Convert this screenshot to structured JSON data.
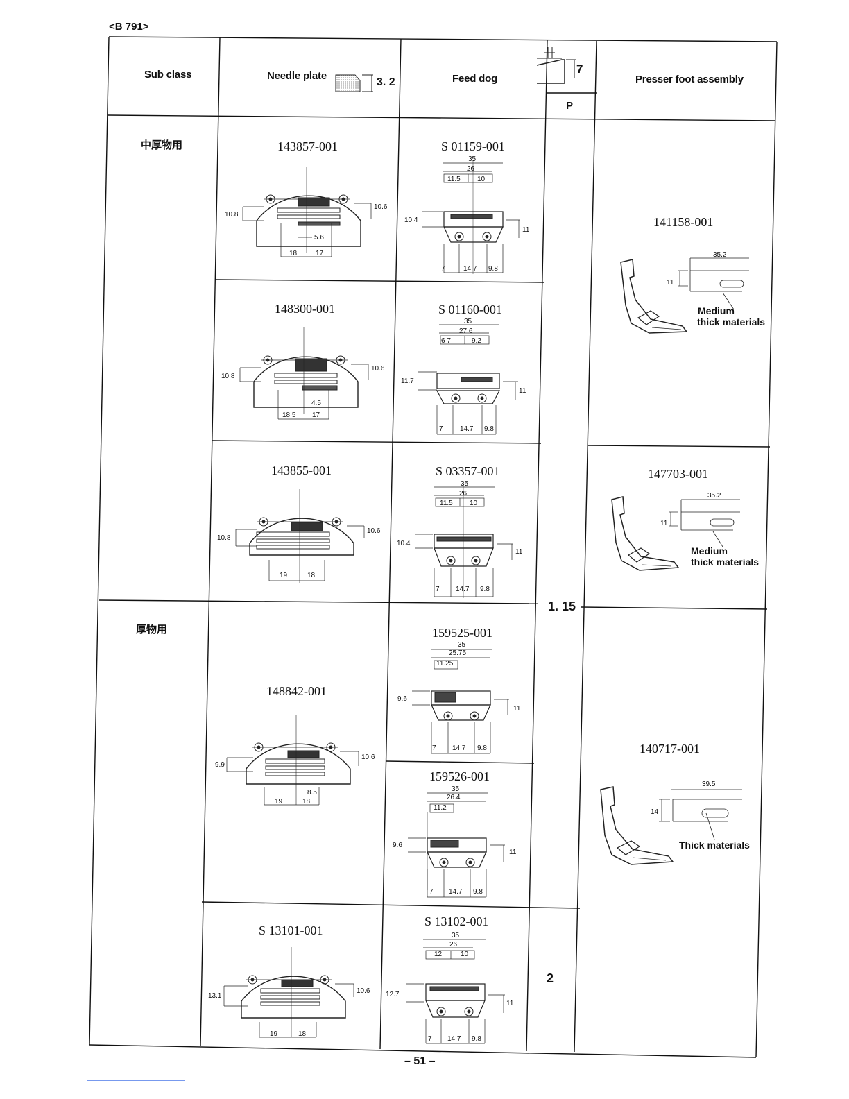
{
  "page_ref": "<B 791>",
  "headers": {
    "sub_class": "Sub class",
    "needle_plate": "Needle plate",
    "needle_plate_dim": "3. 2",
    "feed_dog": "Feed dog",
    "feed_dog_dim": "7",
    "feed_dog_sub": "P",
    "presser_foot": "Presser foot assembly"
  },
  "sub_classes": [
    "中厚物用",
    "厚物用"
  ],
  "needle_plates": [
    {
      "part": "143857-001",
      "h_left": "10.8",
      "h_right": "10.6",
      "off": "5.6",
      "w1": "18",
      "w2": "17"
    },
    {
      "part": "148300-001",
      "h_left": "10.8",
      "h_right": "10.6",
      "off": "4.5",
      "w1": "18.5",
      "w2": "17"
    },
    {
      "part": "143855-001",
      "h_left": "10.8",
      "h_right": "10.6",
      "off": "",
      "w1": "19",
      "w2": "18"
    },
    {
      "part": "148842-001",
      "h_left": "9.9",
      "h_right": "10.6",
      "off": "8.5",
      "w1": "19",
      "w2": "18"
    },
    {
      "part": "S 13101-001",
      "h_left": "13.1",
      "h_right": "10.6",
      "off": "",
      "w1": "19",
      "w2": "18"
    }
  ],
  "feed_dogs": [
    {
      "part": "S 01159-001",
      "top1": "35",
      "top2": "26",
      "top3a": "11.5",
      "top3b": "10",
      "h_left": "10.4",
      "h_right": "11",
      "b1": "7",
      "b2": "14.7",
      "b3": "9.8"
    },
    {
      "part": "S 01160-001",
      "top1": "35",
      "top2": "27.6",
      "top3a": "6  7",
      "top3b": "9.2",
      "h_left": "11.7",
      "h_right": "11",
      "b1": "7",
      "b2": "14.7",
      "b3": "9.8"
    },
    {
      "part": "S 03357-001",
      "top1": "35",
      "top2": "26",
      "top3a": "11.5",
      "top3b": "10",
      "h_left": "10.4",
      "h_right": "11",
      "b1": "7",
      "b2": "14.7",
      "b3": "9.8"
    },
    {
      "part": "159525-001",
      "top1": "35",
      "top2": "25.75",
      "top3a": "11.25",
      "top3b": "",
      "h_left": "9.6",
      "h_right": "11",
      "b1": "7",
      "b2": "14.7",
      "b3": "9.8"
    },
    {
      "part": "159526-001",
      "top1": "35",
      "top2": "26.4",
      "top3a": "11.2",
      "top3b": "",
      "h_left": "9.6",
      "h_right": "11",
      "b1": "7",
      "b2": "14.7",
      "b3": "9.8"
    },
    {
      "part": "S 13102-001",
      "top1": "35",
      "top2": "26",
      "top3a": "12",
      "top3b": "10",
      "h_left": "12.7",
      "h_right": "11",
      "b1": "7",
      "b2": "14.7",
      "b3": "9.8"
    }
  ],
  "p_values": [
    "1. 15",
    "2"
  ],
  "presser_feet": [
    {
      "part": "141158-001",
      "width": "35.2",
      "height": "11",
      "note1": "Medium",
      "note2": "thick materials"
    },
    {
      "part": "147703-001",
      "width": "35.2",
      "height": "11",
      "note1": "Medium",
      "note2": "thick materials"
    },
    {
      "part": "140717-001",
      "width": "39.5",
      "height": "14",
      "note1": "Thick materials",
      "note2": ""
    }
  ],
  "page_number": "– 51 –"
}
